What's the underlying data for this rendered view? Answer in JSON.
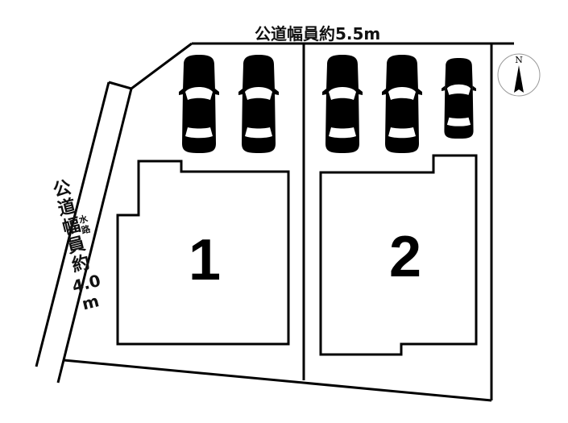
{
  "labels": {
    "top_road": "公道幅員約5.5m",
    "left_road_chars": [
      "公",
      "道",
      "幅",
      "員",
      "約",
      "4.0",
      "m"
    ],
    "waterway_chars": [
      "水",
      "路"
    ]
  },
  "lots": [
    {
      "number": "1",
      "parking_spaces": 2,
      "car_color": "#7f78c8"
    },
    {
      "number": "2",
      "parking_spaces": 3,
      "car_colors": [
        "#7f78c8",
        "#7f78c8",
        "#c8c8c8"
      ]
    }
  ],
  "compass": {
    "label": "N"
  },
  "colors": {
    "line": "#000000",
    "car_purple": "#7f78c8",
    "car_purple_dark": "#4b4590",
    "car_gray": "#c9c9c9",
    "car_gray_dark": "#7a7a7a",
    "background": "#ffffff"
  }
}
